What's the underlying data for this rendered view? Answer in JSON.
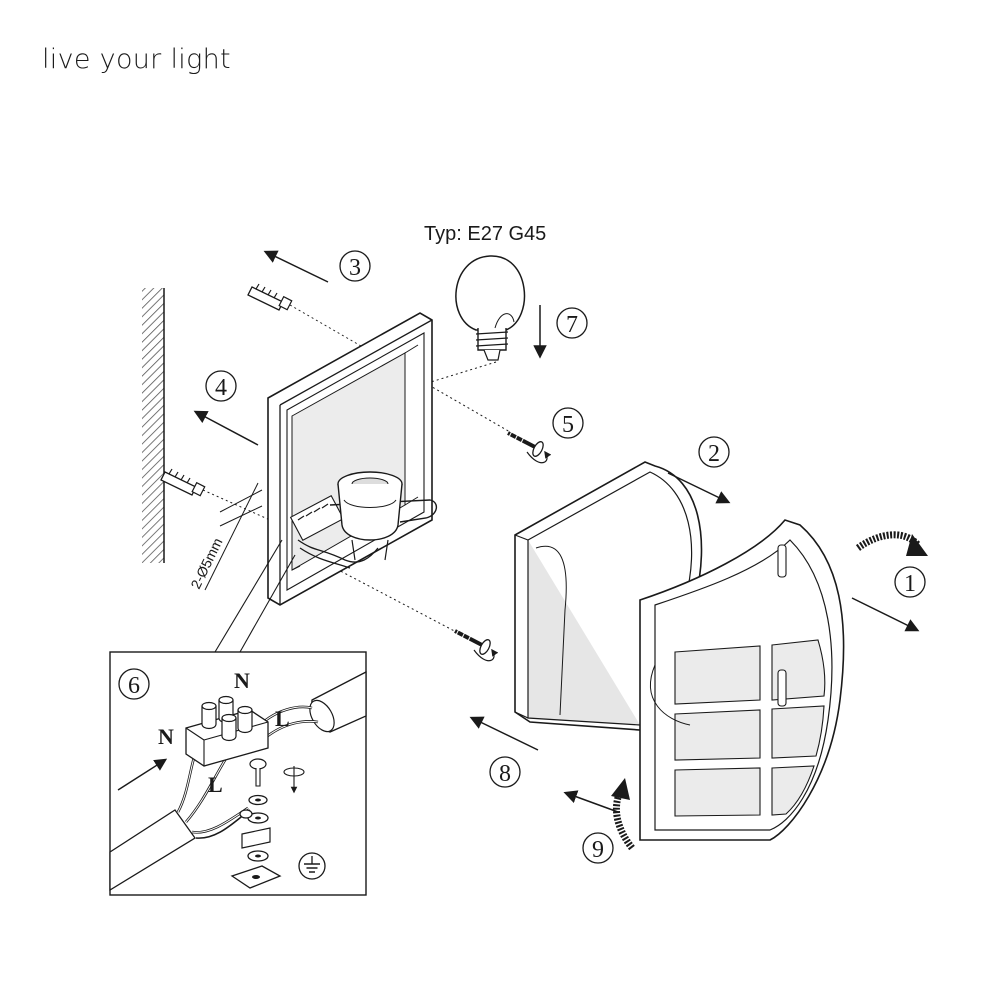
{
  "brand": {
    "tagline": "live your light"
  },
  "bulb": {
    "type_label": "Typ: E27 G45"
  },
  "steps": [
    "1",
    "2",
    "3",
    "4",
    "5",
    "6",
    "7",
    "8",
    "9"
  ],
  "wall": {
    "drill_label": "2-Ø5mm"
  },
  "wiring": {
    "neutral_top": "N",
    "neutral_left": "N",
    "live_right": "L",
    "live_bottom": "L"
  },
  "icons": [
    "ground-icon",
    "screw-icon",
    "wall-plug-icon",
    "bulb-icon",
    "rotate-arrow-icon"
  ],
  "colors": {
    "ink": "#1a1a1a",
    "hatch": "#555555",
    "glass": "#d8d8d8",
    "paper": "#ffffff"
  }
}
